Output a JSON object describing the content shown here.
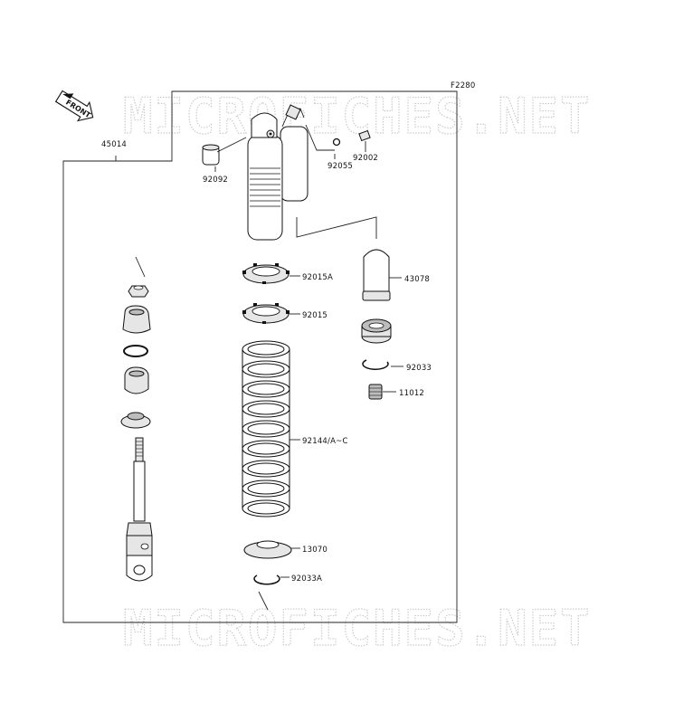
{
  "diagram": {
    "figure_code": "F2280",
    "front_label": "FRONT",
    "watermark_top": "MICROFICHES.NET",
    "watermark_bottom": "MICROFICHES.NET",
    "parts": [
      {
        "id": "45014",
        "label": "45014"
      },
      {
        "id": "92092",
        "label": "92092"
      },
      {
        "id": "92055",
        "label": "92055"
      },
      {
        "id": "92002",
        "label": "92002"
      },
      {
        "id": "92015A",
        "label": "92015A"
      },
      {
        "id": "92015",
        "label": "92015"
      },
      {
        "id": "43078",
        "label": "43078"
      },
      {
        "id": "92033",
        "label": "92033"
      },
      {
        "id": "11012",
        "label": "11012"
      },
      {
        "id": "92144",
        "label": "92144/A~C"
      },
      {
        "id": "13070",
        "label": "13070"
      },
      {
        "id": "92033A",
        "label": "92033A"
      }
    ]
  }
}
